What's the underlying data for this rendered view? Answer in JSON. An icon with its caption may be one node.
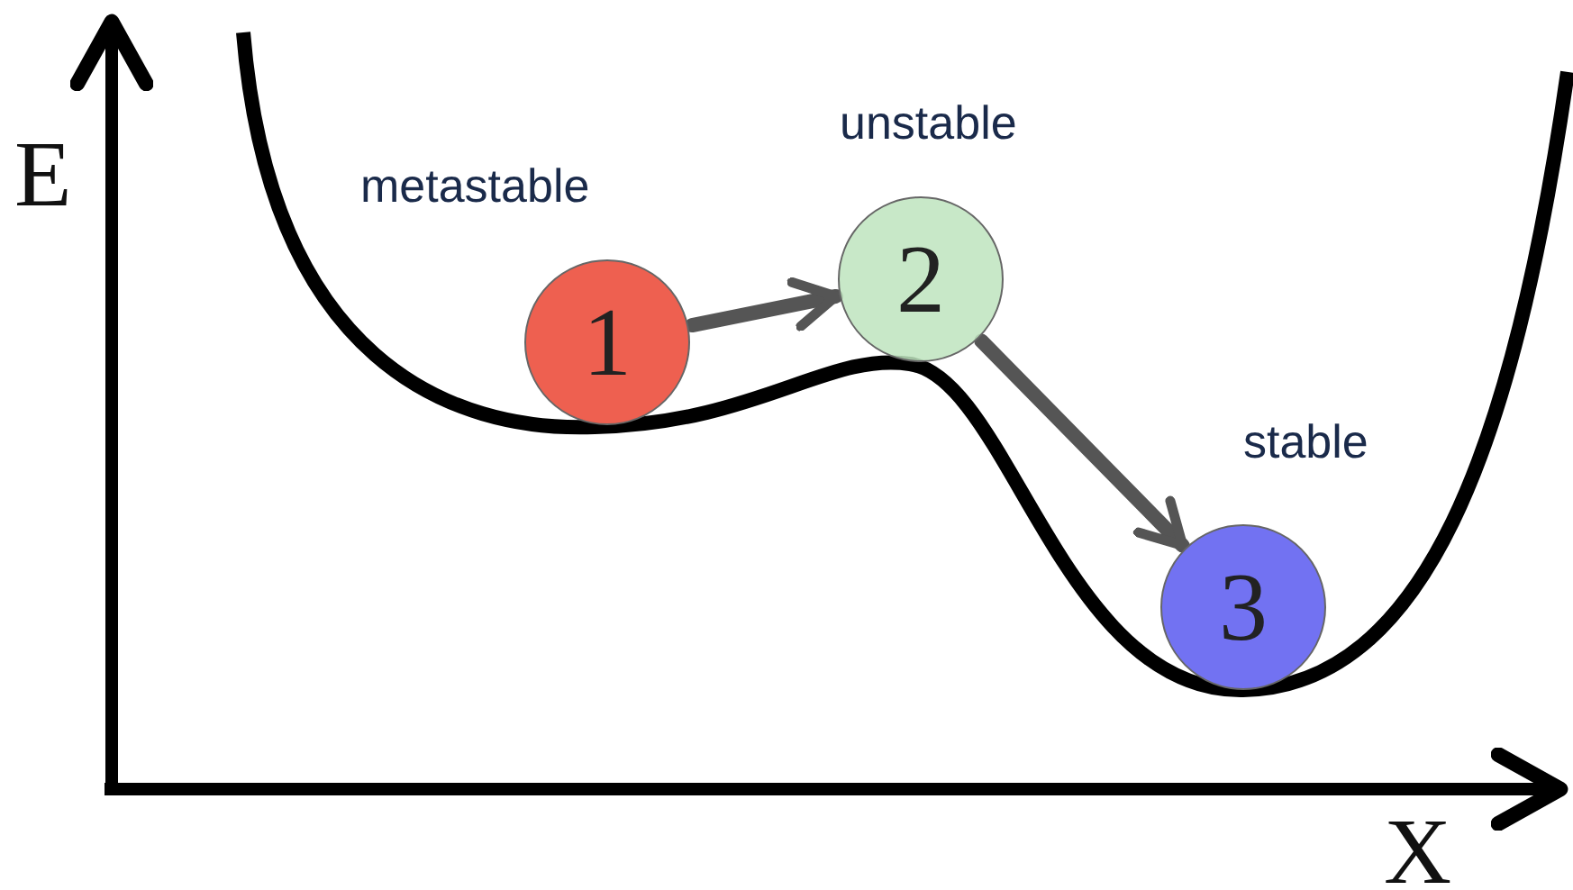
{
  "diagram": {
    "nodes": [
      {
        "text": [
          "1"
        ],
        "beside": [
          "metastable"
        ]
      },
      {
        "text": [
          "2"
        ],
        "beside": [
          "unstable"
        ]
      },
      {
        "text": [
          "3"
        ],
        "beside": [
          "stable"
        ]
      }
    ],
    "edges": [
      {
        "from": 0,
        "to": 1,
        "arrow": "to"
      },
      {
        "from": 1,
        "to": 2,
        "arrow": "to"
      }
    ],
    "labels": [
      "E",
      "X"
    ]
  }
}
